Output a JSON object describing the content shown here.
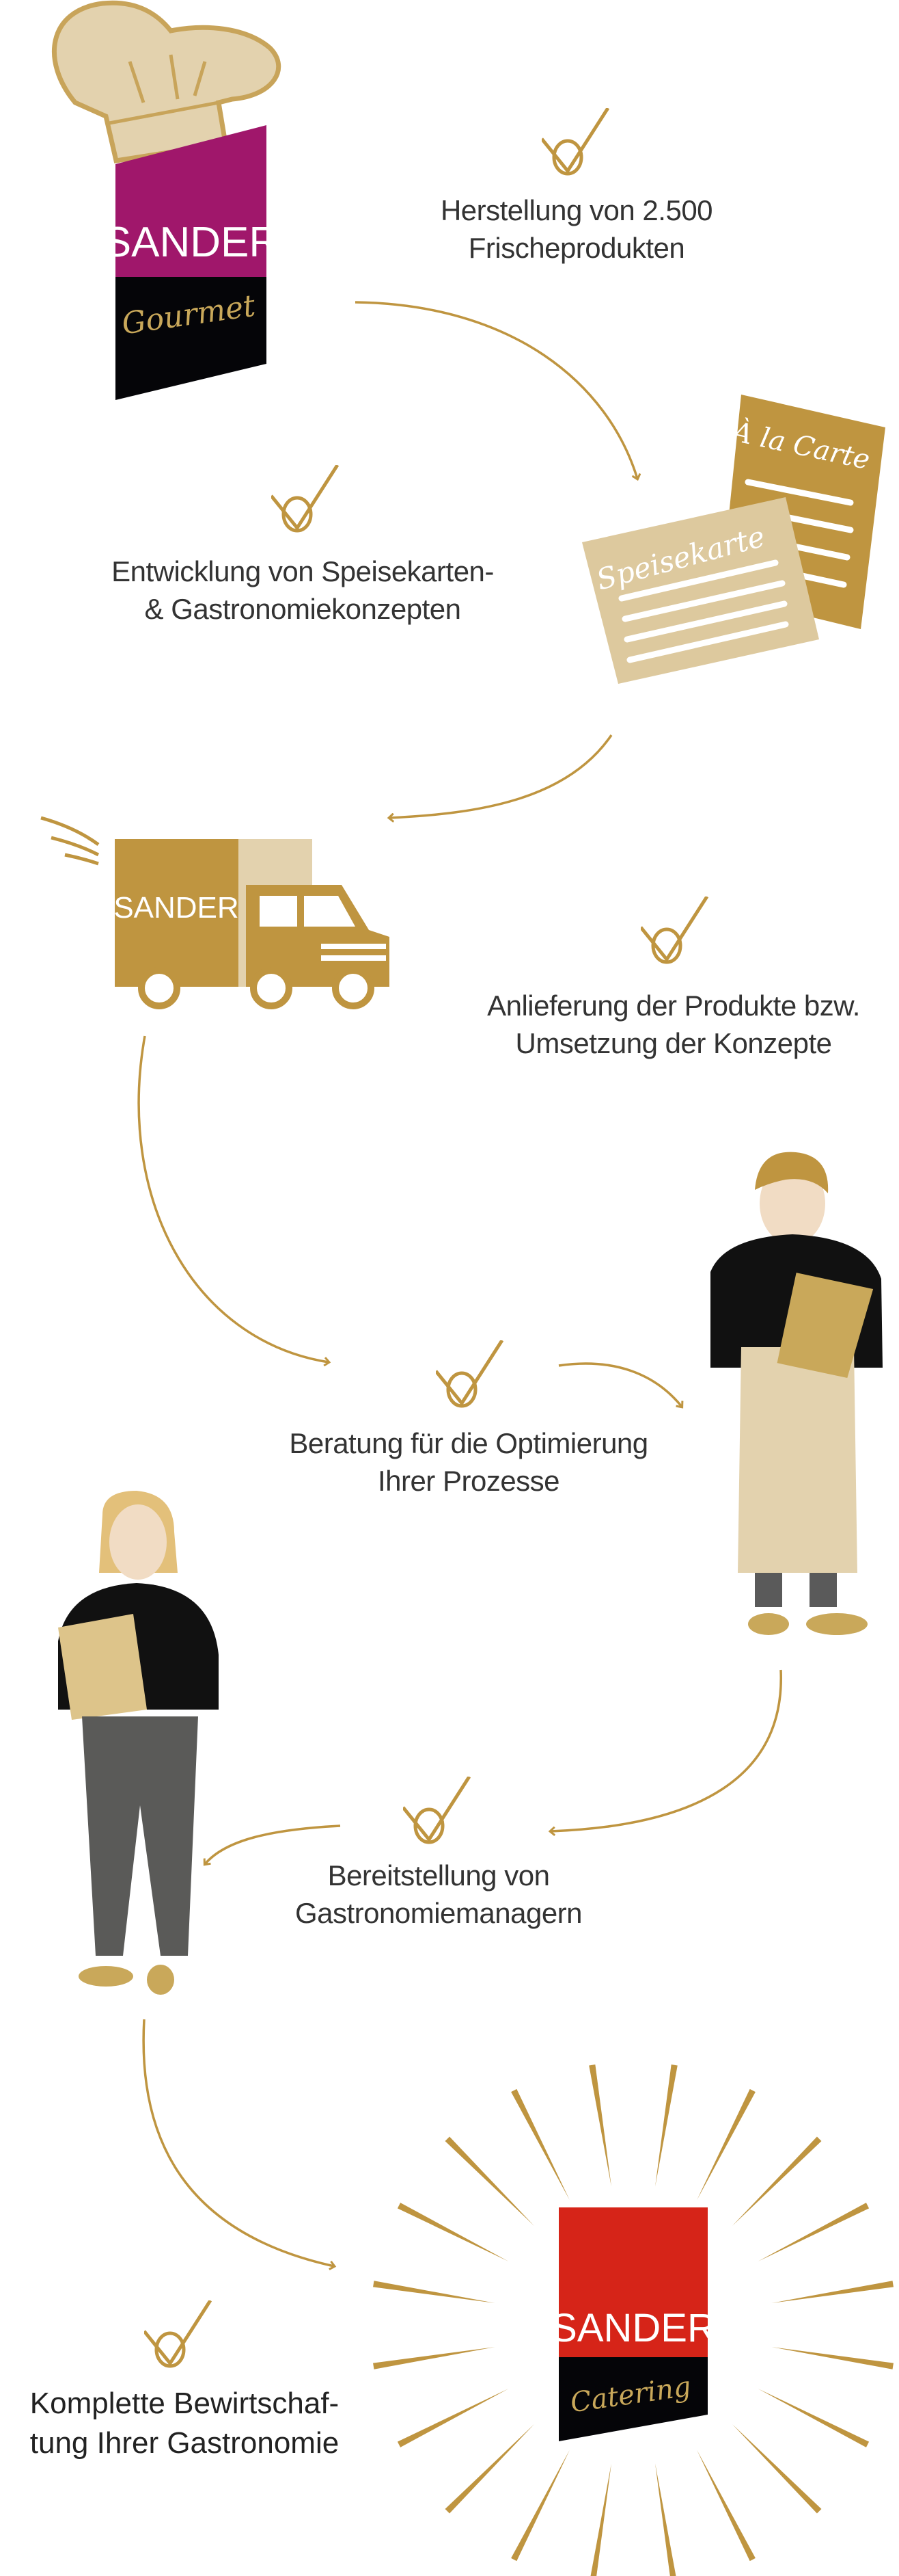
{
  "colors": {
    "gold": "#bf9540",
    "beige": "#e3d2ae",
    "magenta": "#a0176b",
    "red": "#d62418",
    "black": "#050508",
    "text": "#333333"
  },
  "logos": {
    "gourmet": {
      "brand": "SANDER",
      "sub": "Gourmet"
    },
    "catering": {
      "brand": "SANDER",
      "sub": "Catering"
    },
    "truck_brand": "SANDER"
  },
  "menus": {
    "a_la_carte": "À la Carte",
    "speisekarte": "Speisekarte"
  },
  "steps": [
    {
      "icon": "check-icon",
      "lines": [
        "Herstellung von 2.500",
        "Frischeprodukten"
      ]
    },
    {
      "icon": "check-icon",
      "lines": [
        "Entwicklung von Speisekarten-",
        "& Gastronomiekonzepten"
      ]
    },
    {
      "icon": "check-icon",
      "lines": [
        "Anlieferung der Produkte bzw.",
        "Umsetzung der Konzepte"
      ]
    },
    {
      "icon": "check-icon",
      "lines": [
        "Beratung für die Optimierung",
        "Ihrer Prozesse"
      ]
    },
    {
      "icon": "check-icon",
      "lines": [
        "Bereitstellung von",
        "Gastronomiemanagern"
      ]
    },
    {
      "icon": "check-icon",
      "lines": [
        "Komplette  Bewirtschaf-",
        "tung Ihrer Gastronomie"
      ]
    }
  ]
}
